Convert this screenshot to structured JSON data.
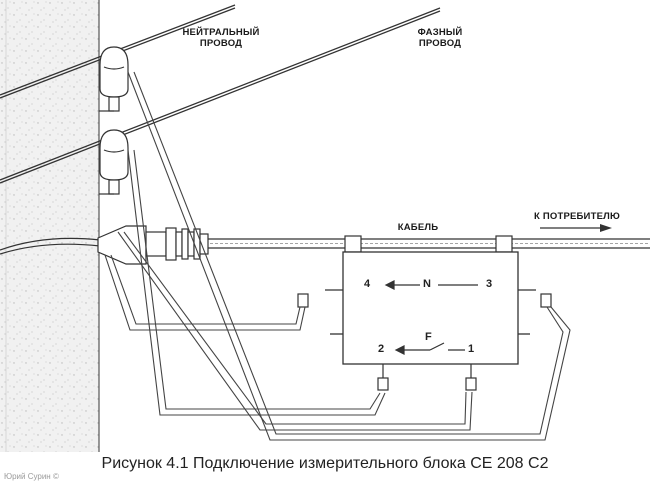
{
  "labels": {
    "neutral_line1": "НЕЙТРАЛЬНЫЙ",
    "neutral_line2": "ПРОВОД",
    "phase_line1": "ФАЗНЫЙ",
    "phase_line2": "ПРОВОД",
    "cable": "КАБЕЛЬ",
    "to_consumer": "К ПОТРЕБИТЕЛЮ"
  },
  "meter": {
    "terminal_4": "4",
    "terminal_n": "N",
    "terminal_3": "3",
    "terminal_2": "2",
    "terminal_f": "F",
    "terminal_1": "1"
  },
  "caption": "Рисунок 4.1 Подключение измерительного блока СЕ 208 С2",
  "watermark": "Юрий Сурин ©"
}
